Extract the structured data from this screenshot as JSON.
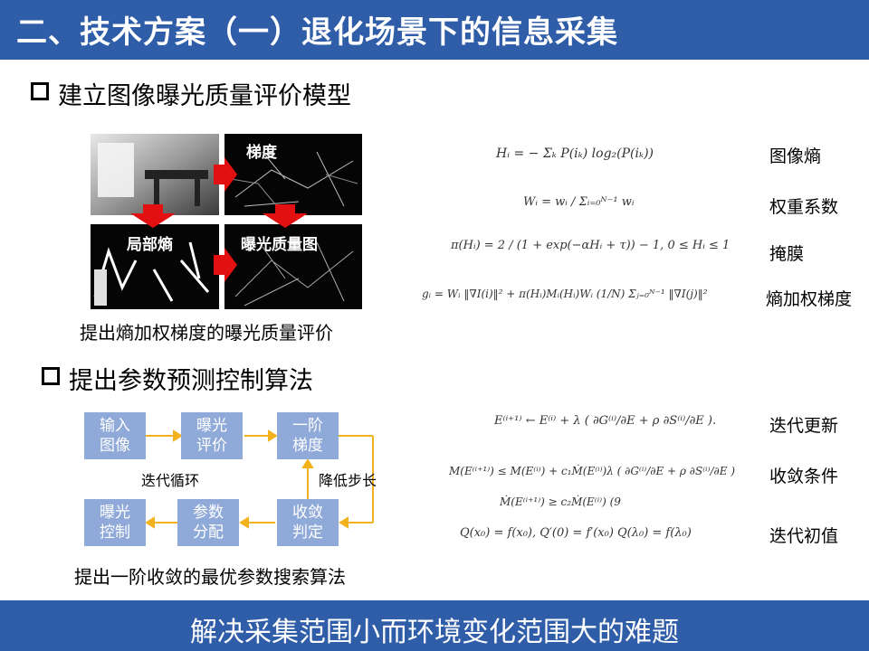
{
  "slide": {
    "title": "二、技术方案（一）退化场景下的信息采集",
    "footer": "解决采集范围小而环境变化范围大的难题"
  },
  "section1": {
    "heading": "建立图像曝光质量评价模型",
    "tiles": {
      "gradient_label": "梯度",
      "local_entropy_label": "局部熵",
      "exposure_map_label": "曝光质量图"
    },
    "caption": "提出熵加权梯度的曝光质量评价",
    "formulas": [
      {
        "expr": "Hᵢ = − Σₖ P(iₖ) log₂(P(iₖ))",
        "label": "图像熵"
      },
      {
        "expr": "Wᵢ = wᵢ / Σᵢ₌₀ᴺ⁻¹ wᵢ",
        "label": "权重系数"
      },
      {
        "expr": "π(Hᵢ) = 2 / (1 + exp(−αHᵢ + τ)) − 1,  0 ≤ Hᵢ ≤ 1",
        "label": "掩膜"
      },
      {
        "expr": "gᵢ = Wᵢ ‖∇I(i)‖² + π(Hᵢ)Mᵢ(Hᵢ)Wᵢ (1/N) Σⱼ₌₀ᴺ⁻¹ ‖∇I(j)‖²",
        "label": "熵加权梯度"
      }
    ]
  },
  "section2": {
    "heading": "提出参数预测控制算法",
    "flow": {
      "box_input": "输入\n图像",
      "box_eval": "曝光\n评价",
      "box_gradient": "一阶\n梯度",
      "box_converge": "收敛\n判定",
      "box_alloc": "参数\n分配",
      "box_control": "曝光\n控制",
      "note_loop": "迭代循环",
      "note_step": "降低步长"
    },
    "caption": "提出一阶收敛的最优参数搜索算法",
    "formulas": [
      {
        "expr": "E⁽ⁱ⁺¹⁾ ← E⁽ⁱ⁾ + λ ( ∂G⁽ⁱ⁾/∂E + ρ ∂S⁽ⁱ⁾/∂E ).",
        "label": "迭代更新"
      },
      {
        "expr": "M(E⁽ⁱ⁺¹⁾) ≤ M(E⁽ⁱ⁾) + c₁Ṁ(E⁽ⁱ⁾)λ ( ∂G⁽ⁱ⁾/∂E + ρ ∂S⁽ⁱ⁾/∂E )",
        "label": "收敛条件"
      },
      {
        "expr": "Ṁ(E⁽ⁱ⁺¹⁾) ≥ c₂Ṁ(E⁽ⁱ⁾)          (9",
        "label": ""
      },
      {
        "expr": "Q(x₀) = f(x₀),   Q′(0) = f′(x₀)   Q(λ₀) = f(λ₀)",
        "label": "迭代初值"
      }
    ]
  },
  "colors": {
    "banner": "#2f5da8",
    "flow_box": "#8fa9d8",
    "flow_arrow": "#f2b21b",
    "red_arrow": "#e21010"
  },
  "icons": [
    "square-bullet-icon",
    "red-arrow-icon",
    "flow-arrow-icon"
  ]
}
